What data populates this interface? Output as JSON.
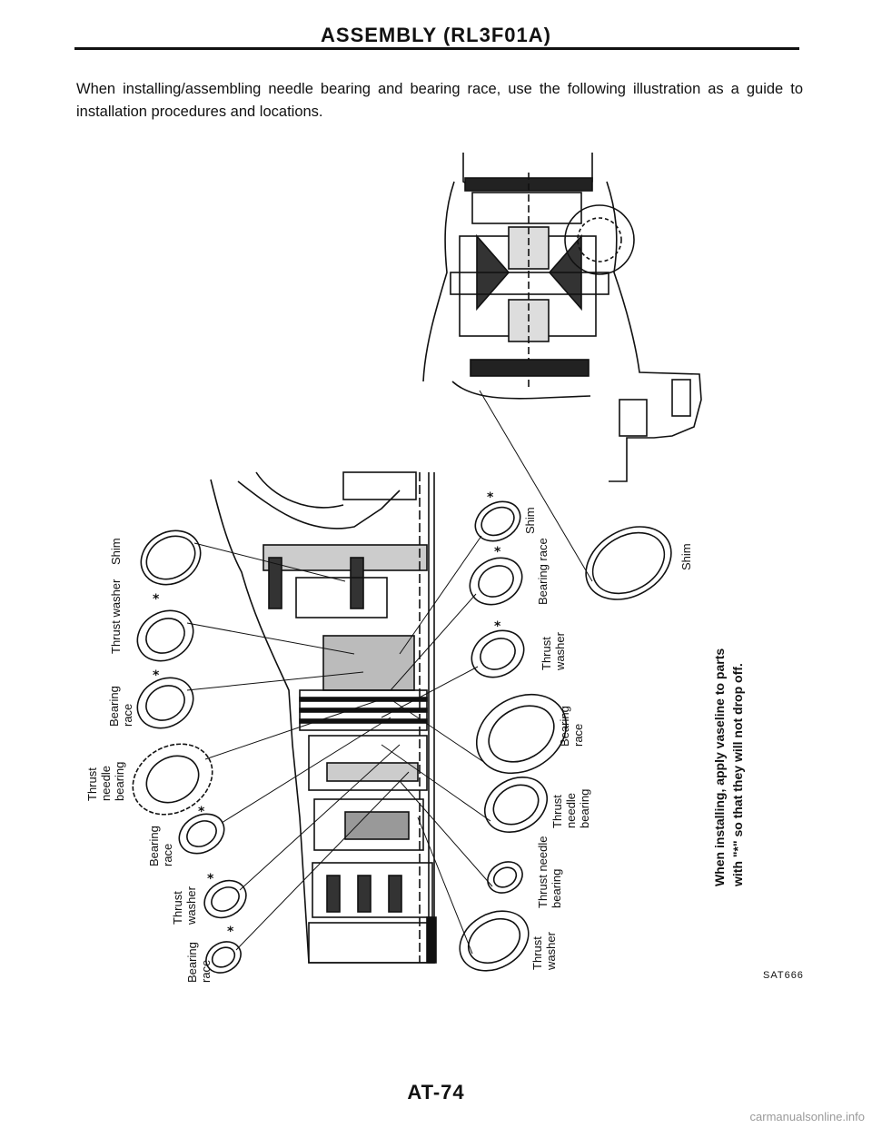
{
  "header": {
    "title": "ASSEMBLY (RL3F01A)"
  },
  "intro": "When installing/assembling needle bearing and bearing race, use the following illustration as a guide to installation procedures and locations.",
  "labels": {
    "left_shim": "Shim",
    "left_thrust_washer_1": "Thrust washer",
    "left_bearing_race_1": "Bearing\nrace",
    "left_thrust_needle_bearing": "Thrust\nneedle\nbearing",
    "left_bearing_race_2": "Bearing\nrace",
    "left_thrust_washer_2": "Thrust\nwasher",
    "left_bearing_race_3": "Bearing\nrace",
    "right_shim": "Shim",
    "right_bearing_race": "Bearing race",
    "right_thrust_washer_1": "Thrust\nwasher",
    "right_bearing_race_2": "Bearing\nrace",
    "right_thrust_needle_bearing_1": "Thrust\nneedle\nbearing",
    "right_thrust_needle_bearing_2": "Thrust needle\nbearing",
    "right_thrust_washer_2": "Thrust\nwasher",
    "far_right_shim": "Shim"
  },
  "note": "When installing, apply vaseline to parts\nwith \"*\" so that they will not drop off.",
  "figure_ref": "SAT666",
  "page_number": "AT-74",
  "watermark": "carmanualsonline.info"
}
